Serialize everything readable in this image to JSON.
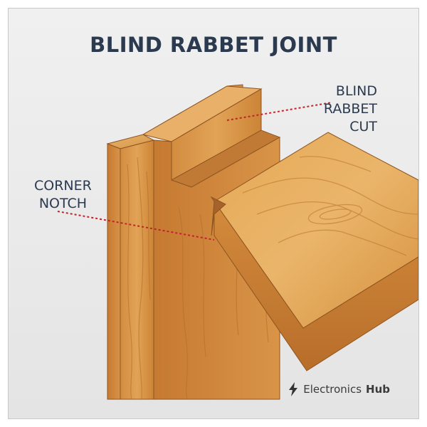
{
  "title": "BLIND RABBET JOINT",
  "labels": {
    "blind_rabbet_cut": [
      "BLIND",
      "RABBET",
      "CUT"
    ],
    "corner_notch": [
      "CORNER",
      "NOTCH"
    ]
  },
  "logo": {
    "text": "Electronics",
    "bold": "Hub",
    "icon": "electronics-hub-logo-icon"
  },
  "colors": {
    "title": "#2b3a4f",
    "leader": "#c2232b",
    "wood_light": "#e3a45a",
    "wood_mid": "#cf8a3c",
    "wood_dark": "#a86426"
  }
}
